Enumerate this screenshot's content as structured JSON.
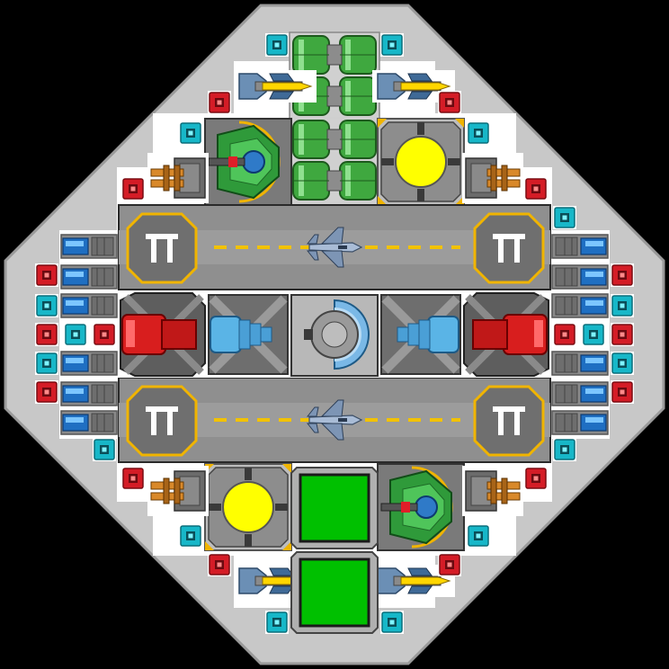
{
  "ship": {
    "name": "",
    "colors": {
      "background": "#000000",
      "hull": "#c8c8c8",
      "hull_edge": "#9a9a9a",
      "deck": "#ffffff",
      "runway": "#8f8f8f",
      "runway_dark": "#737373",
      "runway_stripe": "#f2c200",
      "dock_yellow": "#f0b400",
      "cyan_node": "#1ed7e6",
      "red_node": "#e01e28",
      "green_tank": "#3fa83f",
      "blue_engine": "#5ab4e6",
      "reactor_yellow": "#ffff00",
      "hangar_green": "#00c000",
      "red_thruster": "#d81e1e"
    },
    "runways": [
      {
        "id": "runway-top",
        "pad_glyph": "Π",
        "aircraft": "fighter-jet"
      },
      {
        "id": "runway-bottom",
        "pad_glyph": "Π",
        "aircraft": "fighter-jet"
      }
    ],
    "modules": {
      "fuel_tanks": 4,
      "reactors": 2,
      "hangars": 2,
      "turrets": 2,
      "missiles": 4,
      "cannons": 4,
      "center_core": 1,
      "blue_engines": 2,
      "red_thrusters": 2
    },
    "icons": [
      "cyan-node-icon",
      "red-node-icon",
      "missile-icon",
      "cannon-icon",
      "fuel-tank-icon",
      "reactor-icon",
      "turret-icon",
      "hangar-icon",
      "core-icon",
      "engine-icon",
      "thruster-icon",
      "fighter-jet-icon",
      "landing-pad-icon"
    ]
  }
}
